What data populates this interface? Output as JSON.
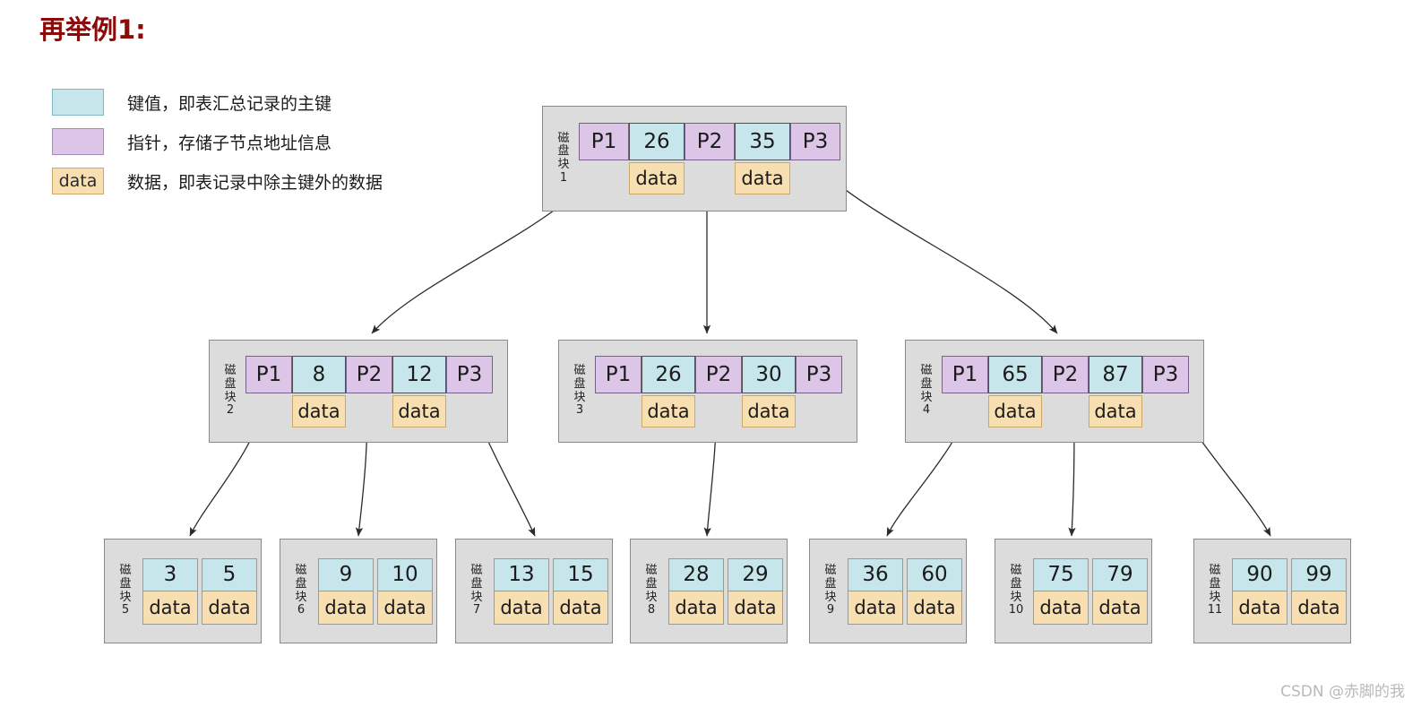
{
  "title": "再举例1:",
  "legend": [
    {
      "swatch": "key",
      "swatch_label": "",
      "text": "键值，即表汇总记录的主键"
    },
    {
      "swatch": "ptr",
      "swatch_label": "",
      "text": "指针，存储子节点地址信息"
    },
    {
      "swatch": "data",
      "swatch_label": "data",
      "text": "数据，即表记录中除主键外的数据"
    }
  ],
  "block_label_chars": [
    "磁",
    "盘",
    "块"
  ],
  "data_label": "data",
  "colors": {
    "key": "#c6e6ec",
    "pointer": "#ddc5e8",
    "data": "#f8dfb2",
    "node_bg": "#dcdcdc",
    "node_border": "#8a8a8a",
    "title": "#8b0a0a",
    "arrow": "#2b2b2b",
    "watermark": "#b9b9b9"
  },
  "tree": {
    "root": {
      "id": "1",
      "label_number": "1",
      "pointers": [
        "P1",
        "P2",
        "P3"
      ],
      "keys": [
        "26",
        "35"
      ],
      "data": [
        "data",
        "data"
      ]
    },
    "internal": [
      {
        "id": "2",
        "label_number": "2",
        "pointers": [
          "P1",
          "P2",
          "P3"
        ],
        "keys": [
          "8",
          "12"
        ],
        "data": [
          "data",
          "data"
        ]
      },
      {
        "id": "3",
        "label_number": "3",
        "pointers": [
          "P1",
          "P2",
          "P3"
        ],
        "keys": [
          "26",
          "30"
        ],
        "data": [
          "data",
          "data"
        ]
      },
      {
        "id": "4",
        "label_number": "4",
        "pointers": [
          "P1",
          "P2",
          "P3"
        ],
        "keys": [
          "65",
          "87"
        ],
        "data": [
          "data",
          "data"
        ]
      }
    ],
    "leaves": [
      {
        "id": "5",
        "label_number": "5",
        "keys": [
          "3",
          "5"
        ],
        "data": [
          "data",
          "data"
        ]
      },
      {
        "id": "6",
        "label_number": "6",
        "keys": [
          "9",
          "10"
        ],
        "data": [
          "data",
          "data"
        ]
      },
      {
        "id": "7",
        "label_number": "7",
        "keys": [
          "13",
          "15"
        ],
        "data": [
          "data",
          "data"
        ]
      },
      {
        "id": "8",
        "label_number": "8",
        "keys": [
          "28",
          "29"
        ],
        "data": [
          "data",
          "data"
        ]
      },
      {
        "id": "9",
        "label_number": "9",
        "keys": [
          "36",
          "60"
        ],
        "data": [
          "data",
          "data"
        ]
      },
      {
        "id": "10",
        "label_number": "10",
        "keys": [
          "75",
          "79"
        ],
        "data": [
          "data",
          "data"
        ]
      },
      {
        "id": "11",
        "label_number": "11",
        "keys": [
          "90",
          "99"
        ],
        "data": [
          "data",
          "data"
        ]
      }
    ]
  },
  "watermark": "CSDN @赤脚的我"
}
